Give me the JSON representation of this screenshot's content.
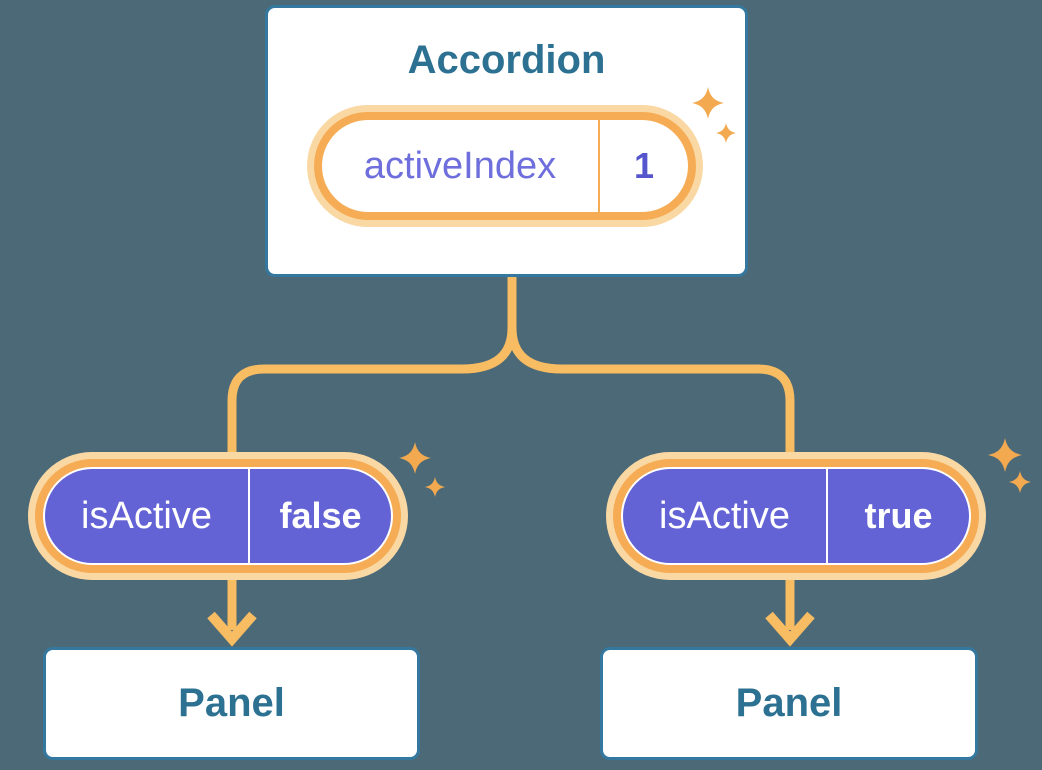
{
  "accordion": {
    "title": "Accordion",
    "state": {
      "name": "activeIndex",
      "value": "1"
    }
  },
  "props": [
    {
      "name": "isActive",
      "value": "false"
    },
    {
      "name": "isActive",
      "value": "true"
    }
  ],
  "panels": [
    {
      "label": "Panel"
    },
    {
      "label": "Panel"
    }
  ],
  "colors": {
    "background": "#4C6977",
    "card_border": "#35789F",
    "heading_text": "#2D7192",
    "pill_glow": "#FAD8A3",
    "pill_ring": "#F5AC55",
    "connector_line": "#F8BC62",
    "prop_pill_fill": "#6463D6",
    "state_name_text": "#6E6EDC",
    "state_value_text": "#5556CE",
    "prop_text": "#FFFFFF",
    "sparkle": "#F2A94F"
  }
}
